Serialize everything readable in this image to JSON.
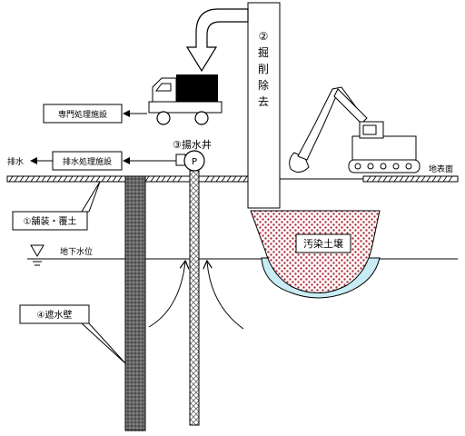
{
  "labels": {
    "special_facility": "専門処理施設",
    "drain_facility": "排水処理施設",
    "drainage": "排水",
    "pumping_well": "③揚水井",
    "pump": "P",
    "excavation": [
      "②",
      "掘",
      "削",
      "除",
      "去"
    ],
    "ground_surface": "地表面",
    "paving": "①舗装・覆土",
    "groundwater_level": "地下水位",
    "contaminated_soil": "汚染土壌",
    "cutoff_wall": "④遮水壁"
  },
  "colors": {
    "contaminated_dot": "#b0303a",
    "groundwater_zone": "#c8ecf4",
    "wall_fill": "#555555",
    "line": "#000000"
  }
}
